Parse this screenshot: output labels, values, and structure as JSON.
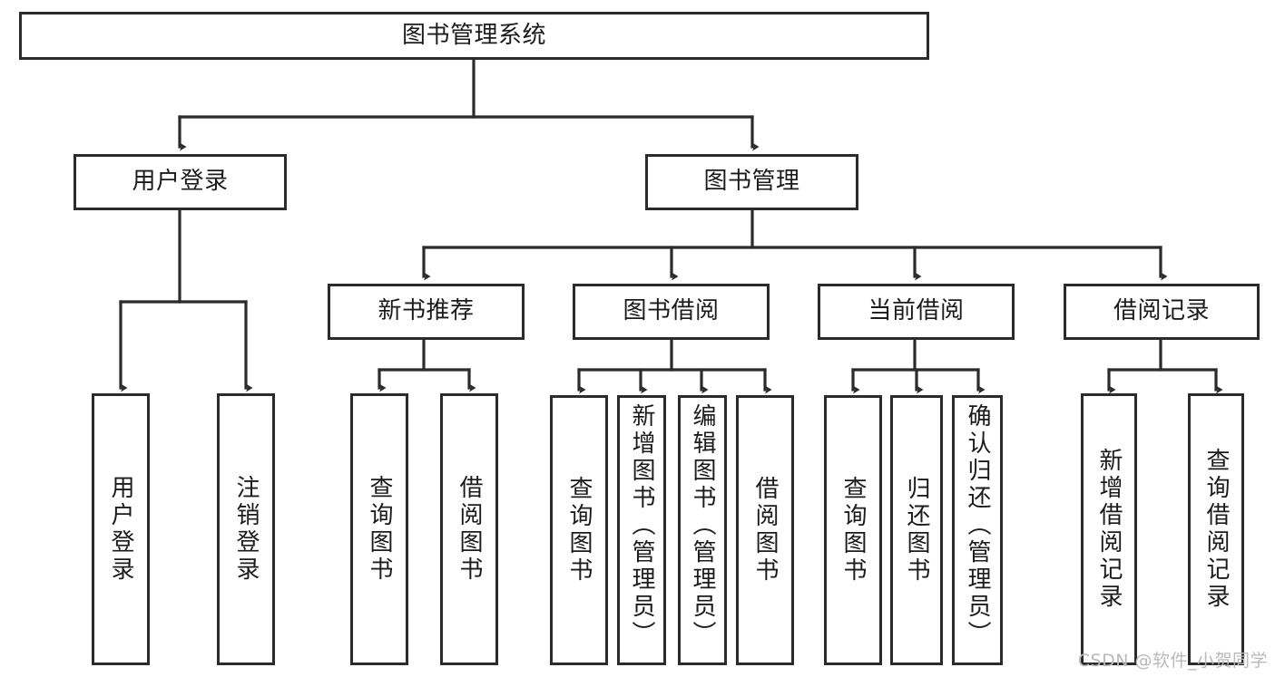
{
  "diagram": {
    "type": "tree-hierarchy-chart",
    "title": "图书管理系统",
    "root": {
      "id": "root",
      "label": "图书管理系统"
    },
    "level2": [
      {
        "id": "user-login",
        "label": "用户登录"
      },
      {
        "id": "book-management",
        "label": "图书管理"
      }
    ],
    "level3": [
      {
        "id": "new-book-recommend",
        "label": "新书推荐",
        "parent": "book-management"
      },
      {
        "id": "book-borrow",
        "label": "图书借阅",
        "parent": "book-management"
      },
      {
        "id": "current-borrow",
        "label": "当前借阅",
        "parent": "book-management"
      },
      {
        "id": "borrow-record",
        "label": "借阅记录",
        "parent": "book-management"
      }
    ],
    "leaves": [
      {
        "id": "leaf-user-login",
        "label": "用户登录",
        "parent": "user-login"
      },
      {
        "id": "leaf-logout-login",
        "label": "注销登录",
        "parent": "user-login"
      },
      {
        "id": "leaf-query-book-1",
        "label": "查询图书",
        "parent": "new-book-recommend"
      },
      {
        "id": "leaf-borrow-book-1",
        "label": "借阅图书",
        "parent": "new-book-recommend"
      },
      {
        "id": "leaf-query-book-2",
        "label": "查询图书",
        "parent": "book-borrow"
      },
      {
        "id": "leaf-add-book",
        "label": "新增图书（管理员）",
        "parent": "book-borrow"
      },
      {
        "id": "leaf-edit-book",
        "label": "编辑图书（管理员）",
        "parent": "book-borrow"
      },
      {
        "id": "leaf-borrow-book-2",
        "label": "借阅图书",
        "parent": "book-borrow"
      },
      {
        "id": "leaf-query-book-3",
        "label": "查询图书",
        "parent": "current-borrow"
      },
      {
        "id": "leaf-return-book",
        "label": "归还图书",
        "parent": "current-borrow"
      },
      {
        "id": "leaf-confirm-return",
        "label": "确认归还（管理员）",
        "parent": "current-borrow"
      },
      {
        "id": "leaf-add-record",
        "label": "新增借阅记录",
        "parent": "borrow-record"
      },
      {
        "id": "leaf-query-record",
        "label": "查询借阅记录",
        "parent": "borrow-record"
      }
    ],
    "colors": {
      "stroke": "#2b2b2b",
      "fill": "#ffffff",
      "text": "#1b1b1b",
      "watermark": "#b9b9b9"
    }
  },
  "watermark": {
    "text": "CSDN @软件_小贺同学"
  }
}
